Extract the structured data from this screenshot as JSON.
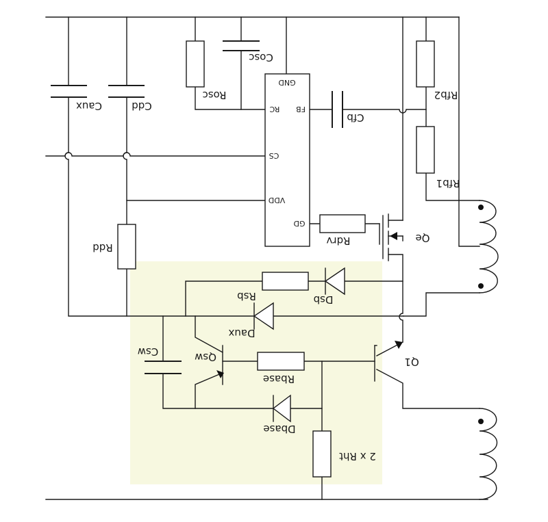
{
  "highlight_color": "#f7f8e0",
  "ic": {
    "pins": {
      "gnd": "GND",
      "rc": "RC",
      "fb": "FB",
      "cs": "CS",
      "vdd": "VDD",
      "gd": "GD"
    }
  },
  "labels": {
    "caux": "Caux",
    "cdd": "Cdd",
    "rosc": "Rosc",
    "cosc": "Cosc",
    "cfb": "Cfb",
    "rfb2": "Rfb2",
    "rfb1": "Rfb1",
    "rdrv": "Rdrv",
    "qe": "Qe",
    "rdd": "Rdd",
    "rsb": "Rsb",
    "dsb": "Dsb",
    "daux": "Daux",
    "csw": "Csw",
    "qsw": "Qsw",
    "rbase": "Rbase",
    "q1": "Q1",
    "dbase": "Dbase",
    "rht": "2 x Rht"
  }
}
